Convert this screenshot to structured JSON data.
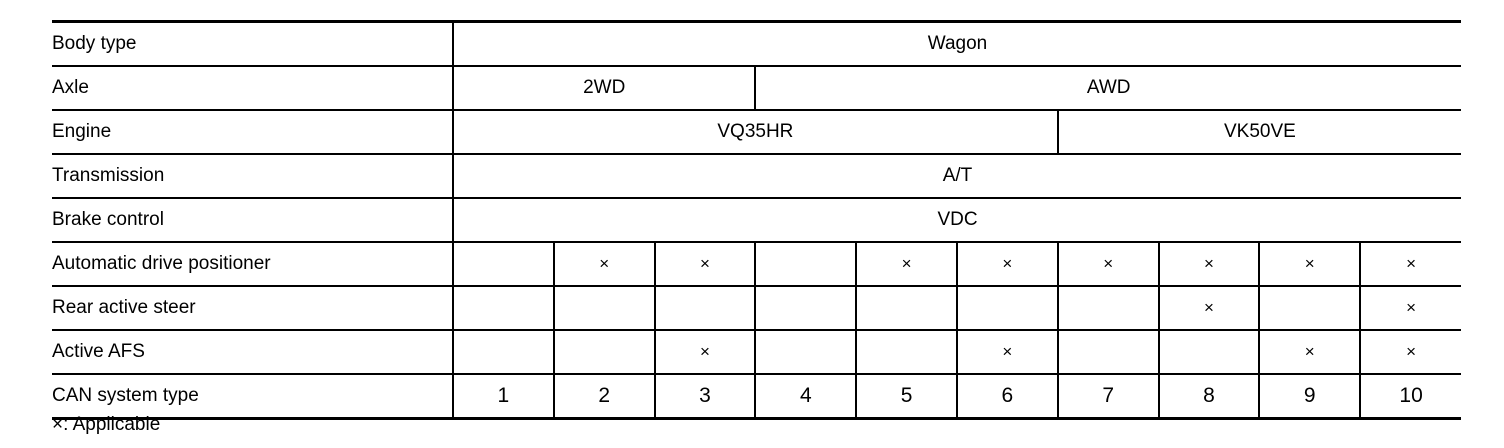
{
  "table": {
    "label_column_header": "",
    "column_count": 10,
    "rows": [
      {
        "label": "Body type",
        "kind": "spans",
        "cells": [
          {
            "text": "Wagon",
            "span": 10
          }
        ]
      },
      {
        "label": "Axle",
        "kind": "spans",
        "cells": [
          {
            "text": "2WD",
            "span": 3
          },
          {
            "text": "AWD",
            "span": 7
          }
        ]
      },
      {
        "label": "Engine",
        "kind": "spans",
        "cells": [
          {
            "text": "VQ35HR",
            "span": 6
          },
          {
            "text": "VK50VE",
            "span": 4
          }
        ]
      },
      {
        "label": "Transmission",
        "kind": "spans",
        "cells": [
          {
            "text": "A/T",
            "span": 10
          }
        ]
      },
      {
        "label": "Brake control",
        "kind": "spans",
        "cells": [
          {
            "text": "VDC",
            "span": 10
          }
        ]
      },
      {
        "label": "Automatic drive positioner",
        "kind": "marks",
        "values": [
          "",
          "×",
          "×",
          "",
          "×",
          "×",
          "×",
          "×",
          "×",
          "×"
        ]
      },
      {
        "label": "Rear active steer",
        "kind": "marks",
        "values": [
          "",
          "",
          "",
          "",
          "",
          "",
          "",
          "×",
          "",
          "×"
        ]
      },
      {
        "label": "Active AFS",
        "kind": "marks",
        "values": [
          "",
          "",
          "×",
          "",
          "",
          "×",
          "",
          "",
          "×",
          "×"
        ]
      },
      {
        "label": "CAN system type",
        "kind": "numbers",
        "values": [
          "1",
          "2",
          "3",
          "4",
          "5",
          "6",
          "7",
          "8",
          "9",
          "10"
        ]
      }
    ]
  },
  "footnote": {
    "text": "×: Applicable"
  },
  "colors": {
    "text": "#000000",
    "rule": "#000000",
    "background": "#ffffff"
  }
}
